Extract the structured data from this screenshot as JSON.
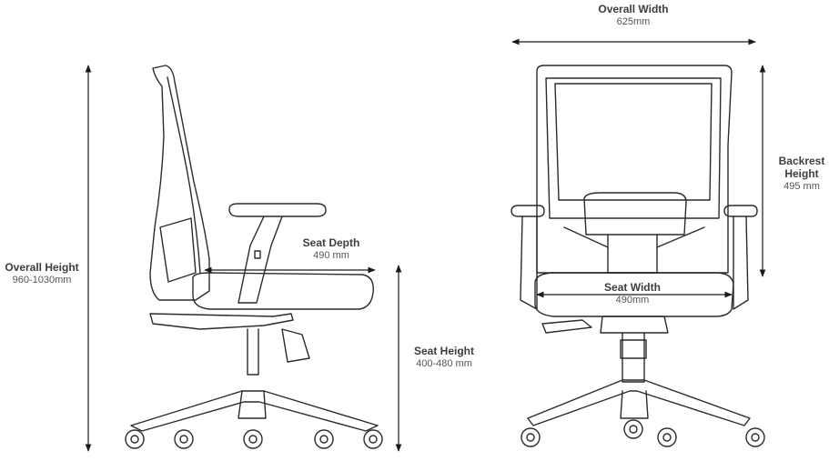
{
  "dimensions": {
    "overall_width": {
      "title": "Overall Width",
      "value": "625mm"
    },
    "backrest_height": {
      "title_line1": "Backrest",
      "title_line2": "Height",
      "value": "495 mm"
    },
    "seat_depth": {
      "title": "Seat Depth",
      "value": "490 mm"
    },
    "seat_width": {
      "title": "Seat Width",
      "value": "490mm"
    },
    "overall_height": {
      "title": "Overall Height",
      "value": "960-1030mm"
    },
    "seat_height": {
      "title": "Seat Height",
      "value": "400-480 mm"
    }
  },
  "colors": {
    "line": "#2b2b2b",
    "arrow": "#1a1a1a"
  }
}
